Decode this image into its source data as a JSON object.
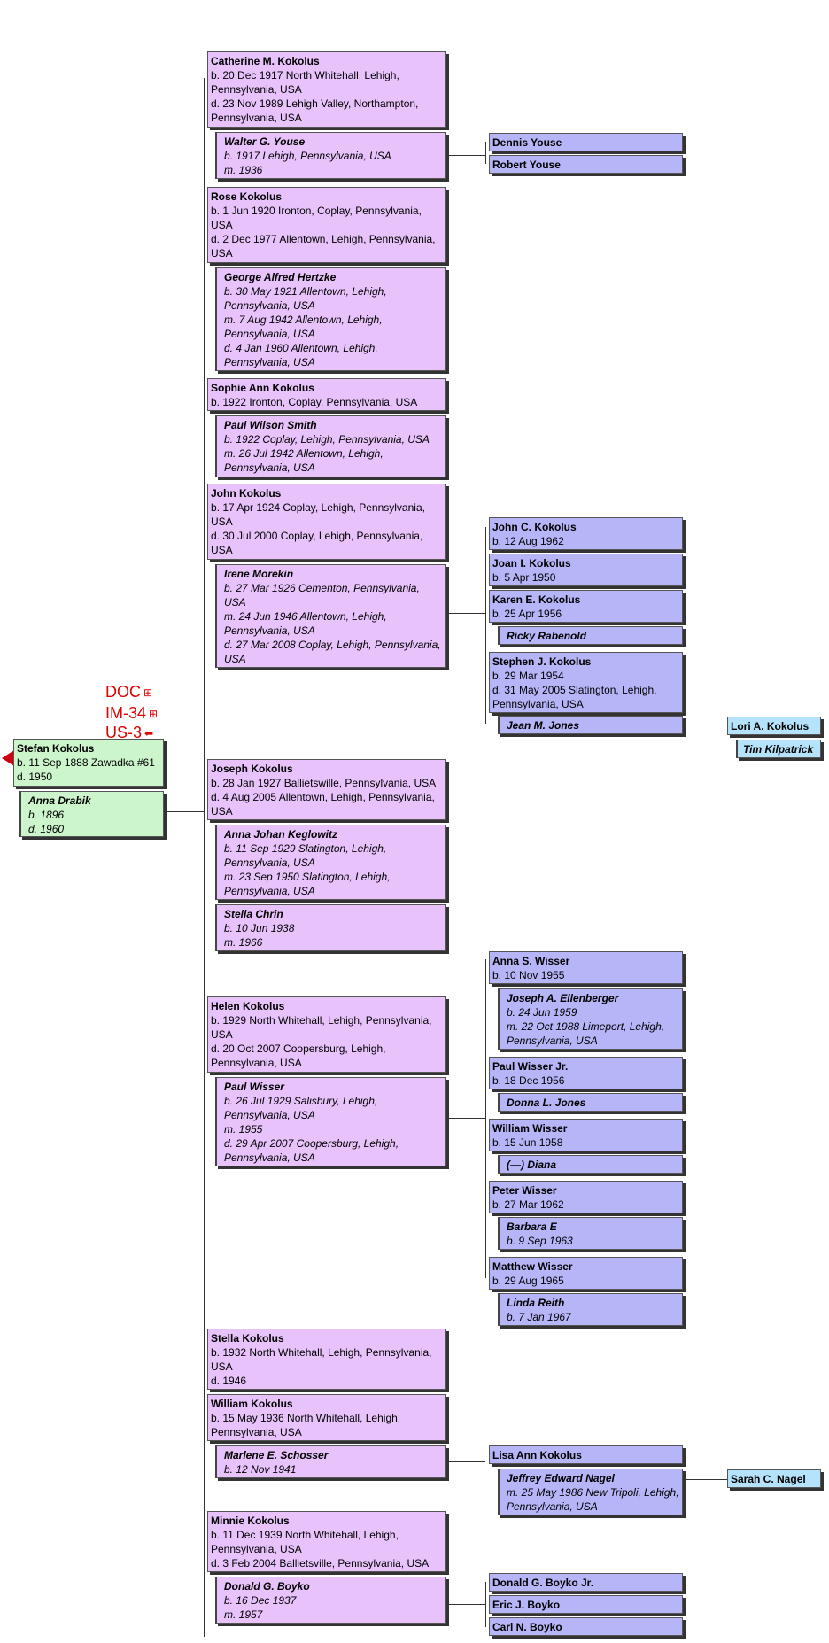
{
  "indicators": [
    {
      "label": "DOC",
      "icon": "⊞",
      "icon_name": "table-icon"
    },
    {
      "label": "IM-34",
      "icon": "⊞",
      "icon_name": "table-icon"
    },
    {
      "label": "US-3",
      "icon": "⬅",
      "icon_name": "arrow-left-icon"
    }
  ],
  "root": {
    "name": "Stefan Kokolus",
    "lines": [
      "b. 11 Sep 1888 Zawadka #61",
      "d. 1950"
    ],
    "spouse": {
      "name": "Anna Drabik",
      "lines": [
        "b. 1896",
        "d. 1960"
      ]
    }
  },
  "children": [
    {
      "name": "Catherine M. Kokolus",
      "lines": [
        "b. 20 Dec 1917 North Whitehall, Lehigh,",
        "Pennsylvania, USA",
        "d. 23 Nov 1989 Lehigh Valley, Northampton,",
        "Pennsylvania, USA"
      ],
      "spouses": [
        {
          "name": "Walter G. Youse",
          "lines": [
            "b. 1917 Lehigh, Pennsylvania, USA",
            "m. 1936"
          ],
          "children": [
            {
              "name": "Dennis Youse",
              "lines": []
            },
            {
              "name": "Robert Youse",
              "lines": []
            }
          ]
        }
      ]
    },
    {
      "name": "Rose Kokolus",
      "lines": [
        "b. 1 Jun 1920 Ironton, Coplay, Pennsylvania,",
        "USA",
        "d. 2 Dec 1977 Allentown, Lehigh, Pennsylvania,",
        "USA"
      ],
      "spouses": [
        {
          "name": "George Alfred Hertzke",
          "lines": [
            "b. 30 May 1921 Allentown, Lehigh,",
            "Pennsylvania, USA",
            "m. 7 Aug 1942 Allentown, Lehigh,",
            "Pennsylvania, USA",
            "d. 4 Jan 1960 Allentown, Lehigh,",
            "Pennsylvania, USA"
          ],
          "children": []
        }
      ]
    },
    {
      "name": "Sophie Ann Kokolus",
      "lines": [
        "b. 1922 Ironton, Coplay, Pennsylvania, USA"
      ],
      "spouses": [
        {
          "name": "Paul Wilson Smith",
          "lines": [
            "b. 1922 Coplay, Lehigh, Pennsylvania, USA",
            "m. 26 Jul 1942 Allentown, Lehigh,",
            "Pennsylvania, USA"
          ],
          "children": []
        }
      ]
    },
    {
      "name": "John Kokolus",
      "lines": [
        "b. 17 Apr 1924 Coplay, Lehigh, Pennsylvania,",
        "USA",
        "d. 30 Jul 2000 Coplay, Lehigh, Pennsylvania,",
        "USA"
      ],
      "spouses": [
        {
          "name": "Irene Morekin",
          "lines": [
            "b. 27 Mar 1926 Cementon, Pennsylvania,",
            "USA",
            "m. 24 Jun 1946 Allentown, Lehigh,",
            "Pennsylvania, USA",
            "d. 27 Mar 2008 Coplay, Lehigh, Pennsylvania,",
            "USA"
          ],
          "children": [
            {
              "name": "John C. Kokolus",
              "lines": [
                "b. 12 Aug 1962"
              ]
            },
            {
              "name": "Joan I. Kokolus",
              "lines": [
                "b. 5 Apr 1950"
              ]
            },
            {
              "name": "Karen E. Kokolus",
              "lines": [
                "b. 25 Apr 1956"
              ],
              "spouse": {
                "name": "Ricky Rabenold",
                "lines": []
              }
            },
            {
              "name": "Stephen J. Kokolus",
              "lines": [
                "b. 29 Mar 1954",
                "d. 31 May 2005 Slatington, Lehigh,",
                "Pennsylvania, USA"
              ],
              "spouse": {
                "name": "Jean M. Jones",
                "lines": [],
                "children": [
                  {
                    "name": "Lori A. Kokolus",
                    "spouse": {
                      "name": "Tim Kilpatrick"
                    }
                  }
                ]
              }
            }
          ]
        }
      ]
    },
    {
      "name": "Joseph Kokolus",
      "lines": [
        "b. 28 Jan 1927 Ballietswille, Pennsylvania, USA",
        "d. 4 Aug 2005 Allentown, Lehigh, Pennsylvania,",
        "USA"
      ],
      "spouses": [
        {
          "name": "Anna Johan Keglowitz",
          "lines": [
            "b. 11 Sep 1929 Slatington, Lehigh,",
            "Pennsylvania, USA",
            "m. 23 Sep 1950 Slatington, Lehigh,",
            "Pennsylvania, USA"
          ],
          "children": []
        },
        {
          "name": "Stella Chrin",
          "lines": [
            "b. 10 Jun 1938",
            "m. 1966"
          ],
          "children": []
        }
      ]
    },
    {
      "name": "Helen Kokolus",
      "lines": [
        "b. 1929 North Whitehall, Lehigh, Pennsylvania,",
        "USA",
        "d. 20 Oct 2007 Coopersburg, Lehigh,",
        "Pennsylvania, USA"
      ],
      "spouses": [
        {
          "name": "Paul Wisser",
          "lines": [
            "b. 26 Jul 1929 Salisbury, Lehigh,",
            "Pennsylvania, USA",
            "m. 1955",
            "d. 29 Apr 2007 Coopersburg, Lehigh,",
            "Pennsylvania, USA"
          ],
          "children": [
            {
              "name": "Anna S. Wisser",
              "lines": [
                "b. 10 Nov 1955"
              ],
              "spouse": {
                "name": "Joseph A. Ellenberger",
                "lines": [
                  "b. 24 Jun 1959",
                  "m. 22 Oct 1988 Limeport, Lehigh,",
                  "Pennsylvania, USA"
                ]
              }
            },
            {
              "name": "Paul Wisser Jr.",
              "lines": [
                "b. 18 Dec 1956"
              ],
              "spouse": {
                "name": "Donna L. Jones",
                "lines": []
              }
            },
            {
              "name": "William Wisser",
              "lines": [
                "b. 15 Jun 1958"
              ],
              "spouse": {
                "name": "(—) Diana",
                "lines": []
              }
            },
            {
              "name": "Peter Wisser",
              "lines": [
                "b. 27 Mar 1962"
              ],
              "spouse": {
                "name": "Barbara E",
                "lines": [
                  "b. 9 Sep 1963"
                ]
              }
            },
            {
              "name": "Matthew Wisser",
              "lines": [
                "b. 29 Aug 1965"
              ],
              "spouse": {
                "name": "Linda Reith",
                "lines": [
                  "b. 7 Jan 1967"
                ]
              }
            }
          ]
        }
      ]
    },
    {
      "name": "Stella Kokolus",
      "lines": [
        "b. 1932 North Whitehall, Lehigh, Pennsylvania,",
        "USA",
        "d. 1946"
      ],
      "spouses": []
    },
    {
      "name": "William Kokolus",
      "lines": [
        "b. 15 May 1936 North Whitehall, Lehigh,",
        "Pennsylvania, USA"
      ],
      "spouses": [
        {
          "name": "Marlene E. Schosser",
          "lines": [
            "b. 12 Nov 1941"
          ],
          "children": [
            {
              "name": "Lisa Ann Kokolus",
              "lines": [],
              "spouse": {
                "name": "Jeffrey Edward Nagel",
                "lines": [
                  "m. 25 May 1986 New Tripoli, Lehigh,",
                  "Pennsylvania, USA"
                ],
                "children": [
                  {
                    "name": "Sarah C. Nagel"
                  }
                ]
              }
            }
          ]
        }
      ]
    },
    {
      "name": "Minnie Kokolus",
      "lines": [
        "b. 11 Dec 1939 North Whitehall, Lehigh,",
        "Pennsylvania, USA",
        "d. 3 Feb 2004 Ballietsville, Pennsylvania, USA"
      ],
      "spouses": [
        {
          "name": "Donald G. Boyko",
          "lines": [
            "b. 16 Dec 1937",
            "m. 1957"
          ],
          "children": [
            {
              "name": "Donald G. Boyko Jr.",
              "lines": []
            },
            {
              "name": "Eric J. Boyko",
              "lines": []
            },
            {
              "name": "Carl N. Boyko",
              "lines": []
            }
          ]
        }
      ]
    }
  ]
}
